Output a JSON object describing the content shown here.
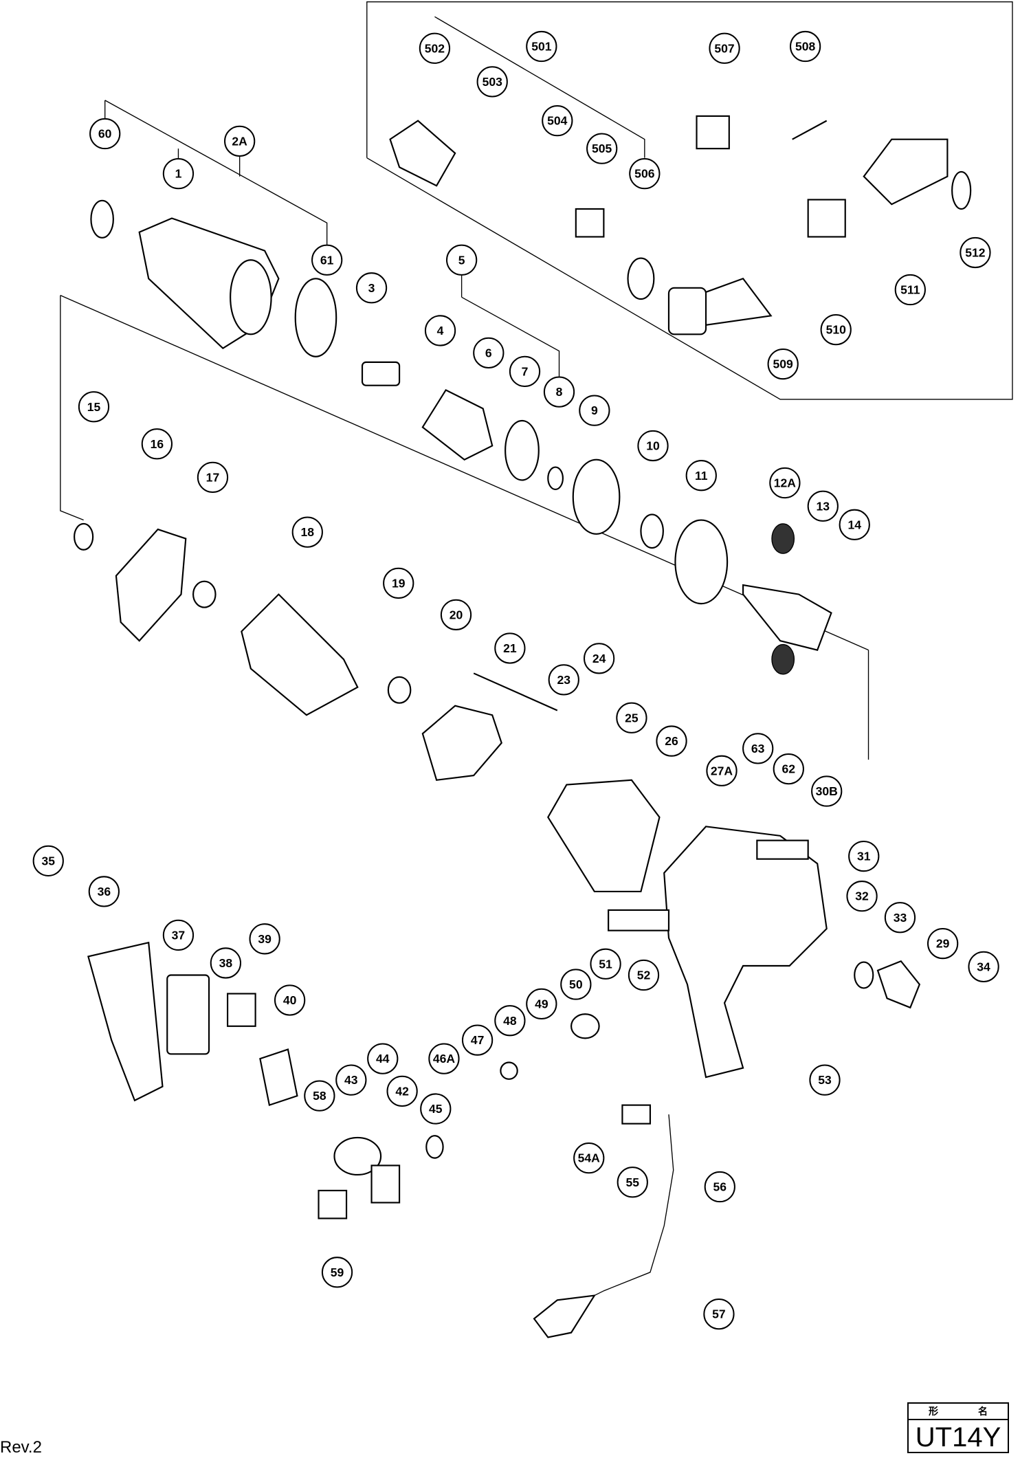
{
  "diagram": {
    "title_block": {
      "header_left": "形",
      "header_right": "名",
      "model": "UT14Y"
    },
    "revision": "Rev.2",
    "part_labels": [
      "502",
      "503",
      "501",
      "507",
      "508",
      "504",
      "505",
      "506",
      "512",
      "511",
      "510",
      "509",
      "60",
      "1",
      "2A",
      "61",
      "3",
      "5",
      "4",
      "6",
      "7",
      "8",
      "9",
      "10",
      "11",
      "12A",
      "13",
      "14",
      "15",
      "16",
      "17",
      "18",
      "19",
      "20",
      "21",
      "23",
      "24",
      "25",
      "26",
      "27A",
      "63",
      "62",
      "30B",
      "31",
      "32",
      "33",
      "29",
      "34",
      "35",
      "36",
      "37",
      "38",
      "39",
      "40",
      "51",
      "52",
      "53",
      "50",
      "49",
      "48",
      "47",
      "46A",
      "45",
      "42",
      "44",
      "43",
      "58",
      "54A",
      "55",
      "56",
      "57",
      "59"
    ]
  }
}
